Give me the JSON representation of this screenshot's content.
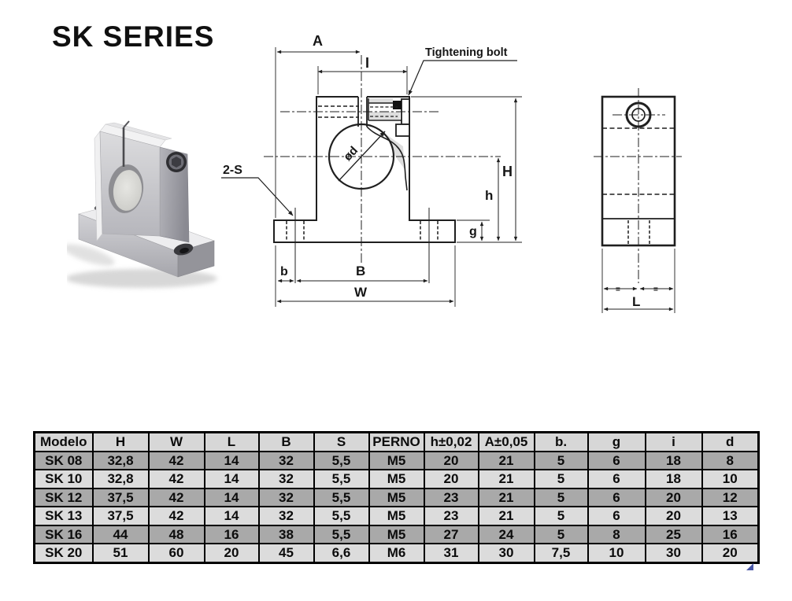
{
  "title": "SK SERIES",
  "drawing": {
    "labels": {
      "tightening_bolt": "Tightening bolt",
      "two_s": "2-S",
      "dim_a": "A",
      "dim_i": "I",
      "dim_phi_d": "ød",
      "dim_H": "H",
      "dim_h": "h",
      "dim_g": "g",
      "dim_b": "b",
      "dim_B": "B",
      "dim_W": "W",
      "dim_L": "L",
      "equal_left": "=",
      "equal_right": "="
    }
  },
  "table": {
    "headers": [
      "Modelo",
      "H",
      "W",
      "L",
      "B",
      "S",
      "PERNO",
      "h±0,02",
      "A±0,05",
      "b.",
      "g",
      "i",
      "d"
    ],
    "rows": [
      [
        "SK 08",
        "32,8",
        "42",
        "14",
        "32",
        "5,5",
        "M5",
        "20",
        "21",
        "5",
        "6",
        "18",
        "8"
      ],
      [
        "SK 10",
        "32,8",
        "42",
        "14",
        "32",
        "5,5",
        "M5",
        "20",
        "21",
        "5",
        "6",
        "18",
        "10"
      ],
      [
        "SK 12",
        "37,5",
        "42",
        "14",
        "32",
        "5,5",
        "M5",
        "23",
        "21",
        "5",
        "6",
        "20",
        "12"
      ],
      [
        "SK 13",
        "37,5",
        "42",
        "14",
        "32",
        "5,5",
        "M5",
        "23",
        "21",
        "5",
        "6",
        "20",
        "13"
      ],
      [
        "SK 16",
        "44",
        "48",
        "16",
        "38",
        "5,5",
        "M5",
        "27",
        "24",
        "5",
        "8",
        "25",
        "16"
      ],
      [
        "SK 20",
        "51",
        "60",
        "20",
        "45",
        "6,6",
        "M6",
        "31",
        "30",
        "7,5",
        "10",
        "30",
        "20"
      ]
    ]
  },
  "colors": {
    "line": "#1f1f1f",
    "header_bg": "#d7d7d7",
    "row_dark": "#a9a9a9",
    "row_light": "#dcdcdc",
    "shade": "#dedede",
    "note_marker": "#4a58a8"
  }
}
